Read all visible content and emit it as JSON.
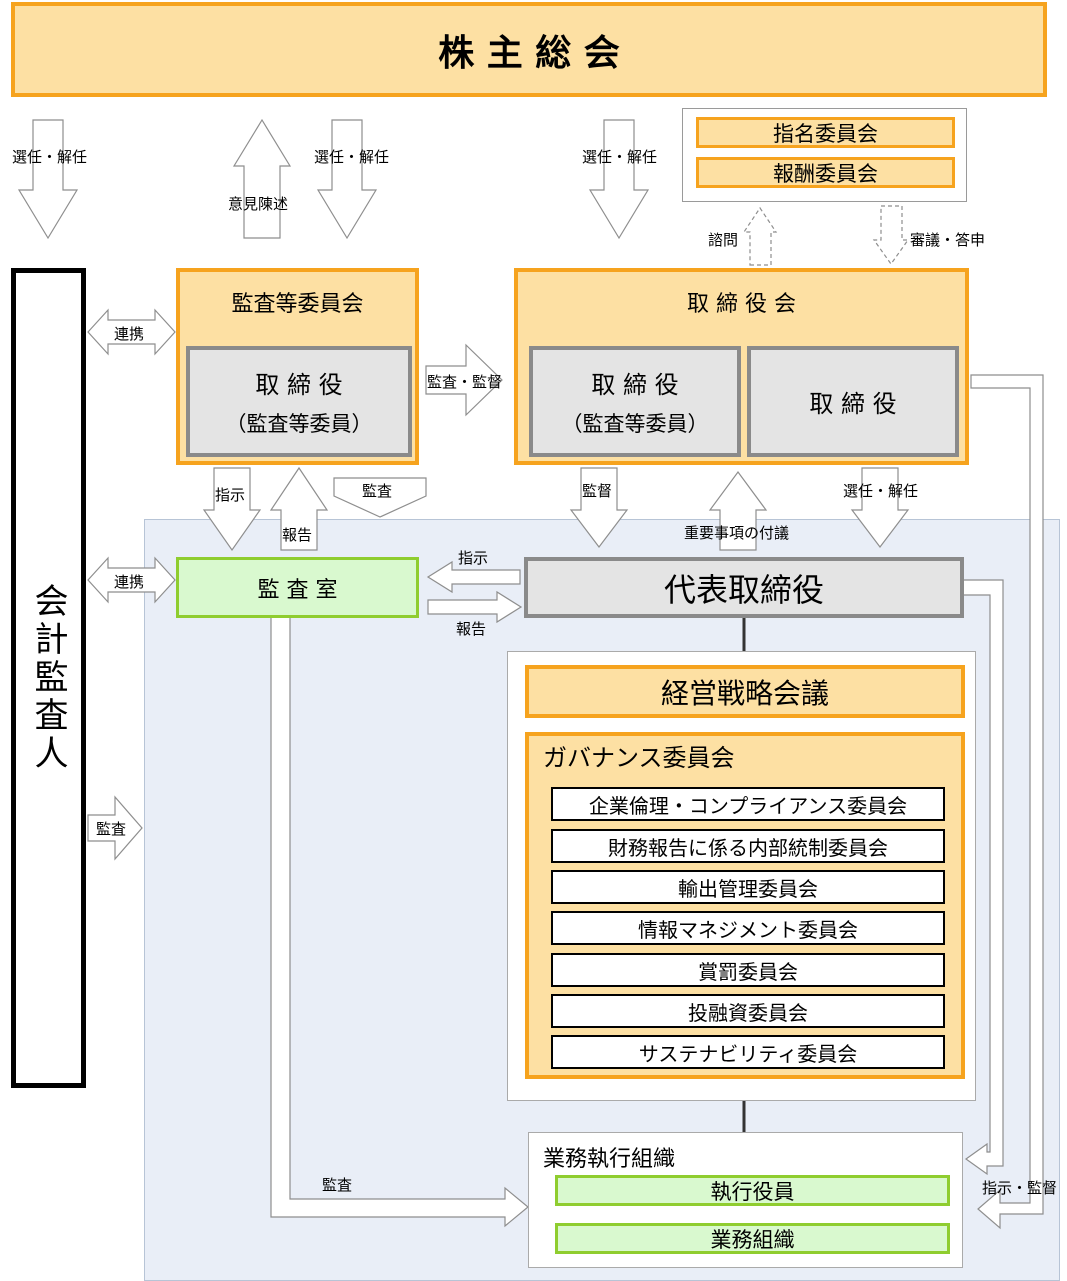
{
  "shareholders_meeting": "株 主 総 会",
  "nominating_committee": "指名委員会",
  "compensation_committee": "報酬委員会",
  "audit_committee": {
    "title": "監査等委員会",
    "director_line1": "取 締 役",
    "director_line2": "（監査等委員）"
  },
  "board": {
    "title": "取 締 役 会",
    "director_ac_line1": "取 締 役",
    "director_ac_line2": "（監査等委員）",
    "director": "取 締 役"
  },
  "accounting_auditor": "会計監査人",
  "audit_office": "監 査 室",
  "representative_director": "代表取締役",
  "management_strategy_meeting": "経営戦略会議",
  "governance_committee": {
    "title": "ガバナンス委員会",
    "members": [
      "企業倫理・コンプライアンス委員会",
      "財務報告に係る内部統制委員会",
      "輸出管理委員会",
      "情報マネジメント委員会",
      "賞罰委員会",
      "投融資委員会",
      "サステナビリティ委員会"
    ]
  },
  "business_org": {
    "title": "業務執行組織",
    "executive_officers": "執行役員",
    "business_units": "業務組織"
  },
  "labels": {
    "elect_dismiss": "選任・解任",
    "opinion": "意見陳述",
    "consult": "諮問",
    "deliberate_report": "審議・答申",
    "cooperate": "連携",
    "audit_supervise": "監査・監督",
    "instruct": "指示",
    "report": "報告",
    "audit": "監査",
    "supervise": "監督",
    "important_matters": "重要事項の付議",
    "instruct_supervise": "指示・監督"
  }
}
